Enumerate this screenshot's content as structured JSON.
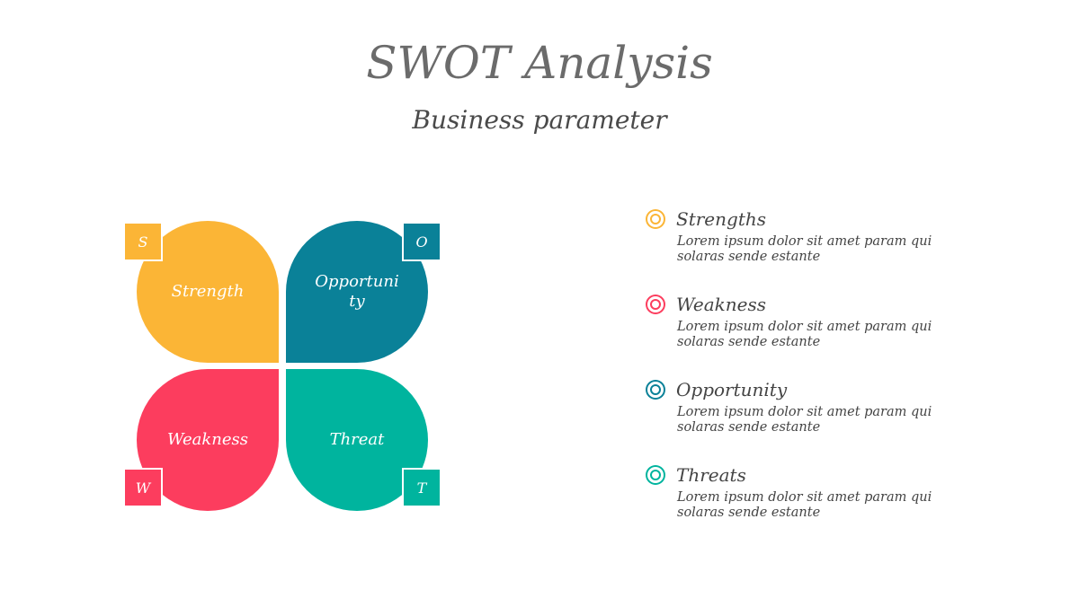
{
  "title": "SWOT Analysis",
  "subtitle": "Business parameter",
  "diagram": {
    "petals": [
      {
        "key": "s",
        "label": "Strength",
        "tag": "S",
        "color": "#fbb536"
      },
      {
        "key": "o",
        "label": "Opportunity",
        "tag": "O",
        "color": "#0a8198"
      },
      {
        "key": "w",
        "label": "Weakness",
        "tag": "W",
        "color": "#fc3d5e"
      },
      {
        "key": "t",
        "label": "Threat",
        "tag": "T",
        "color": "#00b49e"
      }
    ]
  },
  "legend": {
    "items": [
      {
        "title": "Strengths",
        "desc": "Lorem ipsum dolor sit amet param qui solaras sende estante",
        "color": "#fbb536"
      },
      {
        "title": "Weakness",
        "desc": "Lorem ipsum dolor sit amet param qui solaras sende estante",
        "color": "#fc3d5e"
      },
      {
        "title": "Opportunity",
        "desc": "Lorem ipsum dolor sit amet param qui solaras sende estante",
        "color": "#0a8198"
      },
      {
        "title": "Threats",
        "desc": "Lorem ipsum dolor sit amet param qui solaras sende estante",
        "color": "#00b49e"
      }
    ]
  }
}
